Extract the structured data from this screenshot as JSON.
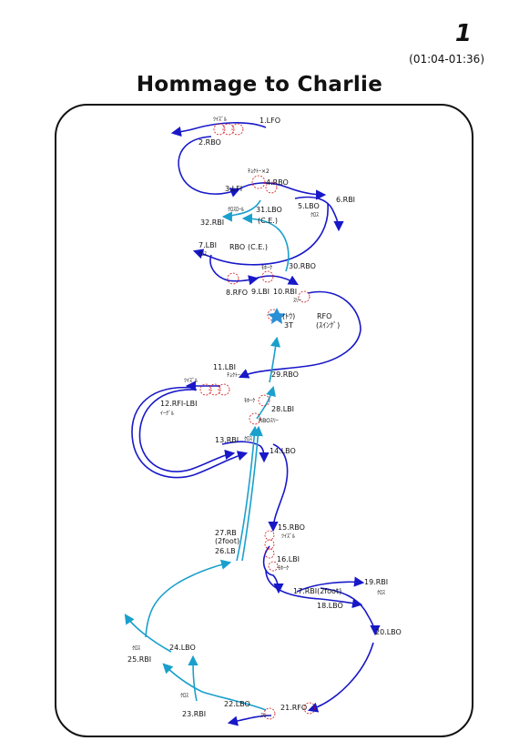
{
  "header": {
    "page_number": "1",
    "time_range": "(01:04-01:36)",
    "title": "Hommage to Charlie"
  },
  "colors": {
    "forward_path": "#1818c8",
    "backward_path": "#1aa0cc",
    "turn_marks": "#d21010",
    "jump_star": "#2b8fd6"
  },
  "labels": {
    "l1": "1.LFO",
    "l2": "2.RBO",
    "twizzle_a": "ﾂｲｽﾞﾙ",
    "choctaw_x2": "ﾁｮｸﾄｰ×2",
    "l3": "3.LFI",
    "l4": "4.RBO",
    "l5": "5.LBO",
    "cross_5": "ｸﾛｽ",
    "l6": "6.RBI",
    "l31": "31.LBO",
    "crossroll": "ｸﾛｽﾛｰﾙ",
    "ce_a": "(C.E.)",
    "l32": "32.RBI",
    "l7": "7.LBI",
    "cross_7": "ｸﾛｽ",
    "rbo_ce": "RBO",
    "ce_b": "(C.E.)",
    "l30": "30.RBO",
    "mohawk_a": "ﾓﾎｰｸ",
    "l8": "8.RFO",
    "l9": "9.LBI",
    "l10": "10.RBI",
    "three_a": "ｽﾘｰ",
    "toe": "(ﾄｳ)",
    "jump_3t": "3T",
    "rfo_swing": "RFO",
    "swing": "(ｽｲﾝｸﾞ)",
    "l11": "11.LBI",
    "choctaw_a": "ﾁｮｸﾄｰ",
    "twizzle_b": "ﾂｲｽﾞﾙ",
    "l29": "29.RBO",
    "l12": "12.RFI-LBI",
    "eagle": "ｲｰｸﾞﾙ",
    "mohawk_b": "ﾓﾎｰｸ",
    "l28": "28.LBI",
    "rbo_three": "RBOｽﾘｰ",
    "l13": "13.RBI",
    "cross_13": "ｸﾛｽ",
    "l14": "14.LBO",
    "l27": "27.RB",
    "two_foot_a": "(2foot)",
    "l26": "26.LB",
    "l15": "15.RBO",
    "twizzle_c": "ﾂｲｽﾞﾙ",
    "l16": "16.LBI",
    "mohawk_c": "ﾓﾎｰｸ",
    "l19": "19.RBI",
    "l17": "17.RBI(2foot)",
    "cross_19": "ｸﾛｽ",
    "l18": "18.LBO",
    "l20": "20.LBO",
    "cross_25": "ｸﾛｽ",
    "l24": "24.LBO",
    "l25": "25.RBI",
    "cross_23": "ｸﾛｽ",
    "l22": "22.LBO",
    "l21": "21.RFO",
    "three_b": "ｽﾘｰ",
    "l23": "23.RBI"
  }
}
